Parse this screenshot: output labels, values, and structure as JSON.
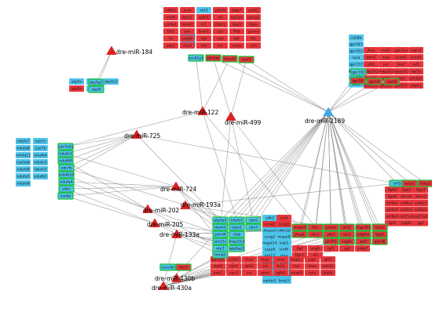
{
  "colors": {
    "target_red": "#e8353b",
    "target_blue": "#4dc3ea",
    "hub_border": "#1fbf3a",
    "mirna_red": "#dd2121",
    "mirna_blue": "#3fa9e6",
    "edge": "#8c8c8c"
  },
  "mirnas": [
    {
      "id": "m184",
      "label": "dre-miR-184",
      "color": "red"
    },
    {
      "id": "m122",
      "label": "dre-miR-122",
      "color": "red"
    },
    {
      "id": "m499",
      "label": "dre-miR-499",
      "color": "red"
    },
    {
      "id": "m2189",
      "label": "dre-miR-2189",
      "color": "blue"
    },
    {
      "id": "m725",
      "label": "dre-miR-725",
      "color": "red"
    },
    {
      "id": "m724",
      "label": "dre-miR-724",
      "color": "red"
    },
    {
      "id": "m193a",
      "label": "dre-miR-193a",
      "color": "red"
    },
    {
      "id": "m202",
      "label": "dre-miR-202",
      "color": "red"
    },
    {
      "id": "m205",
      "label": "dre-miR-205",
      "color": "red"
    },
    {
      "id": "m133a",
      "label": "dre-miR-133a",
      "color": "red"
    },
    {
      "id": "m430b",
      "label": "dre-miR-430b",
      "color": "red"
    },
    {
      "id": "m430a",
      "label": "dre-miR-430a",
      "color": "red"
    }
  ],
  "hub_genes": [
    {
      "id": "h1",
      "label": "atp5g2",
      "color": "blue"
    },
    {
      "id": "h2",
      "label": "atp5l",
      "color": "blue"
    },
    {
      "id": "h3",
      "label": "sec61a1",
      "color": "blue"
    },
    {
      "id": "h4",
      "label": "ptk2ab",
      "color": "red"
    },
    {
      "id": "h5",
      "label": "mical2",
      "color": "red"
    },
    {
      "id": "h6",
      "label": "mef2",
      "color": "red"
    },
    {
      "id": "h7",
      "label": "gpr182",
      "color": "blue"
    },
    {
      "id": "h8",
      "label": "gpr38",
      "color": "red"
    },
    {
      "id": "h9",
      "label": "gpr18",
      "color": "red"
    },
    {
      "id": "h10",
      "label": "sept9",
      "color": "red"
    },
    {
      "id": "h11",
      "label": "cox7a2a",
      "color": "blue"
    },
    {
      "id": "h12",
      "label": "ndufa3",
      "color": "blue"
    },
    {
      "id": "h13",
      "label": "ndufb9",
      "color": "blue"
    },
    {
      "id": "h14",
      "label": "uqcrfs",
      "color": "blue"
    },
    {
      "id": "h15",
      "label": "ndufb10",
      "color": "blue"
    },
    {
      "id": "h16",
      "label": "ndufa4",
      "color": "blue"
    },
    {
      "id": "h17",
      "label": "sdhc",
      "color": "blue"
    },
    {
      "id": "h18",
      "label": "cox6a",
      "color": "blue"
    },
    {
      "id": "h19",
      "label": "sirt5",
      "color": "blue"
    },
    {
      "id": "h20",
      "label": "acta2",
      "color": "red"
    },
    {
      "id": "h21",
      "label": "fabp3",
      "color": "red"
    },
    {
      "id": "h22",
      "label": "atp5a1",
      "color": "blue"
    },
    {
      "id": "h23",
      "label": "ndufs1",
      "color": "blue"
    },
    {
      "id": "h24",
      "label": "cbx5",
      "color": "blue"
    },
    {
      "id": "h25",
      "label": "dram1",
      "color": "blue"
    },
    {
      "id": "h26",
      "label": "tnpo1",
      "color": "blue"
    },
    {
      "id": "h27",
      "label": "cbx3",
      "color": "blue"
    },
    {
      "id": "h28",
      "label": "pdcd4",
      "color": "blue"
    },
    {
      "id": "h29",
      "label": "ctsb",
      "color": "blue"
    },
    {
      "id": "h30",
      "label": "sec11c",
      "color": "blue"
    },
    {
      "id": "h31",
      "label": "map1lc3",
      "color": "blue"
    },
    {
      "id": "h32",
      "label": "nbr1",
      "color": "blue"
    },
    {
      "id": "h33",
      "label": "lmnb2",
      "color": "blue"
    },
    {
      "id": "h34",
      "label": "atp6ap1",
      "color": "blue"
    },
    {
      "id": "h35",
      "label": "mapk3",
      "color": "red"
    },
    {
      "id": "h36",
      "label": "fyn",
      "color": "red"
    },
    {
      "id": "h37",
      "label": "prkca",
      "color": "red"
    },
    {
      "id": "h38",
      "label": "akt3",
      "color": "red"
    },
    {
      "id": "h39",
      "label": "map3k1",
      "color": "red"
    },
    {
      "id": "h40",
      "label": "rock2",
      "color": "red"
    },
    {
      "id": "h41",
      "label": "plcg1",
      "color": "red"
    },
    {
      "id": "h42",
      "label": "shc1",
      "color": "red"
    },
    {
      "id": "h43",
      "label": "ptk2",
      "color": "red"
    },
    {
      "id": "h44",
      "label": "rac1",
      "color": "red"
    },
    {
      "id": "h45",
      "label": "pdgfra",
      "color": "red"
    },
    {
      "id": "h46",
      "label": "itgb1",
      "color": "red"
    },
    {
      "id": "h47",
      "label": "vegfa",
      "color": "red"
    },
    {
      "id": "h48",
      "label": "jak2",
      "color": "red"
    },
    {
      "id": "h49",
      "label": "gsk3b",
      "color": "red"
    },
    {
      "id": "h50",
      "label": "pik3r1",
      "color": "red"
    },
    {
      "id": "h51",
      "label": "socs3b",
      "color": "blue"
    },
    {
      "id": "h52",
      "label": "tbx3",
      "color": "red"
    }
  ],
  "genes": [
    {
      "label": "atp5e",
      "color": "blue"
    },
    {
      "label": "atp5b",
      "color": "blue"
    },
    {
      "label": "atp5c1",
      "color": "blue"
    },
    {
      "label": "atp5o",
      "color": "red"
    },
    {
      "label": "atp5j",
      "color": "blue"
    },
    {
      "label": "wasp1",
      "color": "blue"
    },
    {
      "label": "sec61",
      "color": "blue"
    },
    {
      "label": "ndufs7",
      "color": "blue"
    },
    {
      "label": "cox7c",
      "color": "blue"
    },
    {
      "label": "ndufa8",
      "color": "blue"
    },
    {
      "label": "cox7b",
      "color": "blue"
    },
    {
      "label": "ndufa11",
      "color": "blue"
    },
    {
      "label": "ndufb4",
      "color": "blue"
    },
    {
      "label": "cox5ab",
      "color": "blue"
    },
    {
      "label": "ndufv2",
      "color": "blue"
    },
    {
      "label": "ndufs8",
      "color": "blue"
    },
    {
      "label": "ndufc2",
      "color": "blue"
    },
    {
      "label": "ndufa5",
      "color": "blue"
    },
    {
      "label": "ndufb3",
      "color": "blue"
    },
    {
      "label": "ndufa6",
      "color": "blue"
    },
    {
      "label": "cox8a",
      "color": "blue"
    },
    {
      "label": "gpr141",
      "color": "blue"
    },
    {
      "label": "gpr161",
      "color": "blue"
    },
    {
      "label": "cyra",
      "color": "blue"
    },
    {
      "label": "gpr137",
      "color": "blue"
    },
    {
      "label": "gpr183a",
      "color": "blue"
    },
    {
      "label": "gpr176",
      "color": "blue"
    },
    {
      "label": "cbx4",
      "color": "blue"
    },
    {
      "label": "cdk2",
      "color": "blue"
    },
    {
      "label": "ccnf",
      "color": "red"
    },
    {
      "label": "ccna2",
      "color": "red"
    },
    {
      "label": "ccng1",
      "color": "red"
    },
    {
      "label": "dnase2",
      "color": "blue"
    },
    {
      "label": "cdkn1b",
      "color": "blue"
    },
    {
      "label": "ccng2",
      "color": "blue"
    },
    {
      "label": "mapk8",
      "color": "blue"
    },
    {
      "label": "mapk14",
      "color": "blue"
    },
    {
      "label": "irak1",
      "color": "blue"
    },
    {
      "label": "casp8",
      "color": "blue"
    },
    {
      "label": "traf6",
      "color": "blue"
    },
    {
      "label": "atg12",
      "color": "blue"
    },
    {
      "label": "ctsa",
      "color": "blue"
    },
    {
      "label": "gabarap",
      "color": "blue"
    },
    {
      "label": "atg5",
      "color": "blue"
    },
    {
      "label": "becn1",
      "color": "blue"
    },
    {
      "label": "ulk1",
      "color": "blue"
    },
    {
      "label": "lamp1",
      "color": "blue"
    },
    {
      "label": "gabarapl",
      "color": "blue"
    },
    {
      "label": "sqstm1",
      "color": "blue"
    },
    {
      "label": "bnip3",
      "color": "blue"
    },
    {
      "label": "pik3ca",
      "color": "red"
    },
    {
      "label": "ccnd1",
      "color": "red"
    },
    {
      "label": "hras",
      "color": "red"
    },
    {
      "label": "kras",
      "color": "red"
    },
    {
      "label": "nras",
      "color": "red"
    },
    {
      "label": "mapk1",
      "color": "red"
    },
    {
      "label": "egfr",
      "color": "red"
    },
    {
      "label": "igf1r",
      "color": "red"
    },
    {
      "label": "stat3",
      "color": "red"
    },
    {
      "label": "sos1",
      "color": "red"
    },
    {
      "label": "grb2",
      "color": "red"
    },
    {
      "label": "crk",
      "color": "red"
    },
    {
      "label": "bcl2",
      "color": "red"
    },
    {
      "label": "myc",
      "color": "red"
    },
    {
      "label": "rhoa",
      "color": "red"
    },
    {
      "label": "cdc42",
      "color": "red"
    },
    {
      "label": "pak1",
      "color": "red"
    },
    {
      "label": "vav2",
      "color": "red"
    },
    {
      "label": "src",
      "color": "red"
    },
    {
      "label": "pten",
      "color": "red"
    },
    {
      "label": "tgfb1",
      "color": "red"
    },
    {
      "label": "smad3",
      "color": "red"
    },
    {
      "label": "tnfa",
      "color": "red"
    },
    {
      "label": "ikbkb",
      "color": "red"
    },
    {
      "label": "nfkb1",
      "color": "red"
    },
    {
      "label": "junb",
      "color": "red"
    },
    {
      "label": "sirt3",
      "color": "blue"
    },
    {
      "label": "ptk2b",
      "color": "red"
    },
    {
      "label": "fabp7",
      "color": "red"
    },
    {
      "label": "actb2",
      "color": "red"
    },
    {
      "label": "myl9",
      "color": "red"
    },
    {
      "label": "tpm1",
      "color": "red"
    },
    {
      "label": "actn1",
      "color": "red"
    },
    {
      "label": "vcl",
      "color": "red"
    },
    {
      "label": "col1a1",
      "color": "red"
    },
    {
      "label": "col1a2",
      "color": "red"
    },
    {
      "label": "col4a1",
      "color": "red"
    },
    {
      "label": "lamb1",
      "color": "red"
    },
    {
      "label": "fn1",
      "color": "red"
    },
    {
      "label": "thbs1",
      "color": "red"
    },
    {
      "label": "itga5",
      "color": "red"
    },
    {
      "label": "itgav",
      "color": "red"
    },
    {
      "label": "tln1",
      "color": "red"
    },
    {
      "label": "pxn",
      "color": "red"
    },
    {
      "label": "bcar1",
      "color": "red"
    },
    {
      "label": "zyx",
      "color": "red"
    },
    {
      "label": "flnb",
      "color": "red"
    },
    {
      "label": "parva",
      "color": "red"
    },
    {
      "label": "ilk",
      "color": "red"
    },
    {
      "label": "pdgfb",
      "color": "red"
    },
    {
      "label": "hgf",
      "color": "red"
    },
    {
      "label": "met",
      "color": "red"
    },
    {
      "label": "kdr",
      "color": "red"
    },
    {
      "label": "flt1",
      "color": "red"
    },
    {
      "label": "spp1",
      "color": "red"
    },
    {
      "label": "chad",
      "color": "red"
    },
    {
      "label": "vwf",
      "color": "red"
    },
    {
      "label": "tnc",
      "color": "red"
    },
    {
      "label": "comp",
      "color": "red"
    },
    {
      "label": "reln",
      "color": "red"
    },
    {
      "label": "ibsp",
      "color": "red"
    },
    {
      "label": "mylk",
      "color": "red"
    },
    {
      "label": "ppp1ca",
      "color": "red"
    },
    {
      "label": "capn2",
      "color": "red"
    },
    {
      "label": "birc2",
      "color": "red"
    },
    {
      "label": "xiap",
      "color": "red"
    },
    {
      "label": "ccnd2",
      "color": "red"
    },
    {
      "label": "ccnd3",
      "color": "red"
    },
    {
      "label": "elk1",
      "color": "red"
    },
    {
      "label": "jun",
      "color": "red"
    },
    {
      "label": "braf",
      "color": "red"
    },
    {
      "label": "raf1",
      "color": "red"
    },
    {
      "label": "map2k1",
      "color": "red"
    },
    {
      "label": "map2k2",
      "color": "red"
    },
    {
      "label": "rapgef1",
      "color": "red"
    },
    {
      "label": "rap1a",
      "color": "red"
    },
    {
      "label": "rap1b",
      "color": "red"
    },
    {
      "label": "akt1",
      "color": "red"
    },
    {
      "label": "akt2",
      "color": "red"
    },
    {
      "label": "pik3cb",
      "color": "red"
    },
    {
      "label": "pik3cd",
      "color": "red"
    },
    {
      "label": "pik3r2",
      "color": "red"
    },
    {
      "label": "pik3r3",
      "color": "red"
    },
    {
      "label": "pdpk1",
      "color": "red"
    },
    {
      "label": "itgb3",
      "color": "red"
    },
    {
      "label": "itga2",
      "color": "red"
    },
    {
      "label": "itga3",
      "color": "red"
    },
    {
      "label": "itga6",
      "color": "red"
    },
    {
      "label": "lama4",
      "color": "red"
    },
    {
      "label": "lamc1",
      "color": "red"
    },
    {
      "label": "col6a1",
      "color": "red"
    },
    {
      "label": "col6a2",
      "color": "red"
    },
    {
      "label": "col6a3",
      "color": "red"
    },
    {
      "label": "col5a1",
      "color": "red"
    },
    {
      "label": "col5a2",
      "color": "red"
    },
    {
      "label": "col2a1",
      "color": "red"
    },
    {
      "label": "col9a1",
      "color": "red"
    },
    {
      "label": "col11a1",
      "color": "red"
    },
    {
      "label": "col27a1",
      "color": "red"
    },
    {
      "label": "fgf2",
      "color": "red"
    },
    {
      "label": "pdgfc",
      "color": "red"
    },
    {
      "label": "pgf",
      "color": "red"
    },
    {
      "label": "figf",
      "color": "red"
    },
    {
      "label": "vegfc",
      "color": "red"
    },
    {
      "label": "igf1",
      "color": "red"
    },
    {
      "label": "egf",
      "color": "red"
    },
    {
      "label": "erbb2",
      "color": "red"
    },
    {
      "label": "fgfr1",
      "color": "red"
    },
    {
      "label": "kit",
      "color": "red"
    }
  ],
  "edges": [
    [
      "m184",
      "h1"
    ],
    [
      "m184",
      "h2"
    ],
    [
      "m122",
      "h3"
    ],
    [
      "m122",
      "h5"
    ],
    [
      "m122",
      "h11"
    ],
    [
      "m122",
      "h23"
    ],
    [
      "m122",
      "h35"
    ],
    [
      "m499",
      "h4"
    ],
    [
      "m499",
      "h6"
    ],
    [
      "m499",
      "h24"
    ],
    [
      "m499",
      "h25"
    ],
    [
      "m499",
      "h36"
    ],
    [
      "m2189",
      "h4"
    ],
    [
      "m2189",
      "h5"
    ],
    [
      "m2189",
      "h6"
    ],
    [
      "m2189",
      "h7"
    ],
    [
      "m2189",
      "h8"
    ],
    [
      "m2189",
      "h9"
    ],
    [
      "m2189",
      "h10"
    ],
    [
      "m2189",
      "h19"
    ],
    [
      "m2189",
      "h20"
    ],
    [
      "m2189",
      "h21"
    ],
    [
      "m2189",
      "h22"
    ],
    [
      "m2189",
      "h23"
    ],
    [
      "m2189",
      "h24"
    ],
    [
      "m2189",
      "h26"
    ],
    [
      "m2189",
      "h27"
    ],
    [
      "m2189",
      "h28"
    ],
    [
      "m2189",
      "h29"
    ],
    [
      "m2189",
      "h35"
    ],
    [
      "m2189",
      "h36"
    ],
    [
      "m2189",
      "h37"
    ],
    [
      "m2189",
      "h38"
    ],
    [
      "m2189",
      "h39"
    ],
    [
      "m2189",
      "h40"
    ],
    [
      "m2189",
      "h41"
    ],
    [
      "m2189",
      "h42"
    ],
    [
      "m2189",
      "h43"
    ],
    [
      "m2189",
      "h44"
    ],
    [
      "m2189",
      "h45"
    ],
    [
      "m2189",
      "h46"
    ],
    [
      "m2189",
      "h47"
    ],
    [
      "m2189",
      "h48"
    ],
    [
      "m2189",
      "h49"
    ],
    [
      "m2189",
      "h50"
    ],
    [
      "m2189",
      "h52"
    ],
    [
      "m725",
      "h11"
    ],
    [
      "m725",
      "h12"
    ],
    [
      "m725",
      "h13"
    ],
    [
      "m725",
      "h14"
    ],
    [
      "m725",
      "h15"
    ],
    [
      "m725",
      "h19"
    ],
    [
      "m725",
      "h22"
    ],
    [
      "m724",
      "h12"
    ],
    [
      "m724",
      "h16"
    ],
    [
      "m724",
      "h17"
    ],
    [
      "m724",
      "h18"
    ],
    [
      "m724",
      "h22"
    ],
    [
      "m724",
      "h25"
    ],
    [
      "m724",
      "h30"
    ],
    [
      "m193a",
      "h14"
    ],
    [
      "m193a",
      "h26"
    ],
    [
      "m193a",
      "h27"
    ],
    [
      "m193a",
      "h31"
    ],
    [
      "m193a",
      "h37"
    ],
    [
      "m193a",
      "h19"
    ],
    [
      "m202",
      "h13"
    ],
    [
      "m202",
      "h15"
    ],
    [
      "m202",
      "h16"
    ],
    [
      "m202",
      "h28"
    ],
    [
      "m202",
      "h32"
    ],
    [
      "m205",
      "h17"
    ],
    [
      "m205",
      "h18"
    ],
    [
      "m205",
      "h29"
    ],
    [
      "m205",
      "h33"
    ],
    [
      "m205",
      "h34"
    ],
    [
      "m133a",
      "h30"
    ],
    [
      "m133a",
      "h31"
    ],
    [
      "m133a",
      "h32"
    ],
    [
      "m133a",
      "h51"
    ],
    [
      "m133a",
      "h38"
    ],
    [
      "m133a",
      "h40"
    ],
    [
      "m430b",
      "h33"
    ],
    [
      "m430b",
      "h34"
    ],
    [
      "m430b",
      "h39"
    ],
    [
      "m430b",
      "h41"
    ],
    [
      "m430a",
      "h42"
    ],
    [
      "m430a",
      "h43"
    ],
    [
      "m430a",
      "h44"
    ],
    [
      "m430a",
      "h45"
    ],
    [
      "m430a",
      "h46"
    ],
    [
      "m430a",
      "h47"
    ],
    [
      "m430a",
      "h48"
    ],
    [
      "m430a",
      "h49"
    ],
    [
      "m430a",
      "h50"
    ],
    [
      "m430a",
      "h51"
    ],
    [
      "m430a",
      "h52"
    ]
  ]
}
